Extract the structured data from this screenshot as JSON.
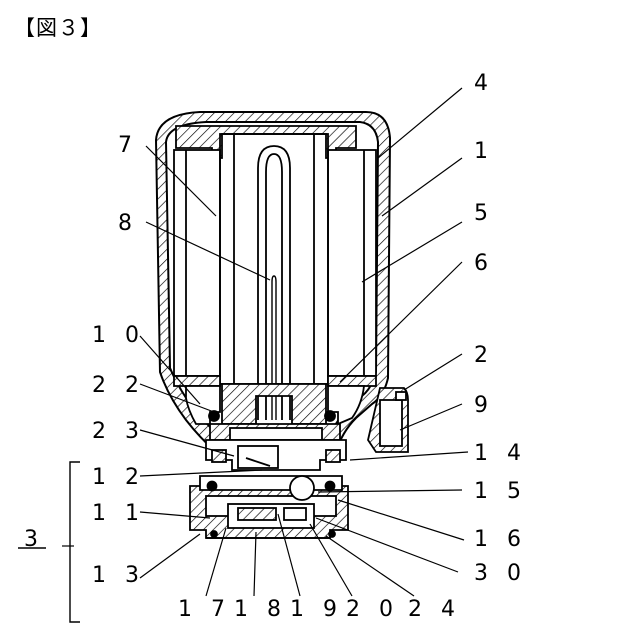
{
  "figure": {
    "title": "【図３】"
  },
  "labels": {
    "l4": "4",
    "l1": "1",
    "l7": "7",
    "l5": "5",
    "l8": "8",
    "l6": "6",
    "l10": "1 0",
    "l2": "2",
    "l22": "2 2",
    "l9": "9",
    "l23": "2 3",
    "l14": "1 4",
    "l12": "1 2",
    "l15": "1 5",
    "l11": "1 1",
    "l16": "1 6",
    "l3": "3",
    "l13": "1 3",
    "l30": "3 0",
    "l17": "1 7",
    "l18": "1 8",
    "l19": "1 9",
    "l20": "2 0",
    "l24": "2 4"
  }
}
